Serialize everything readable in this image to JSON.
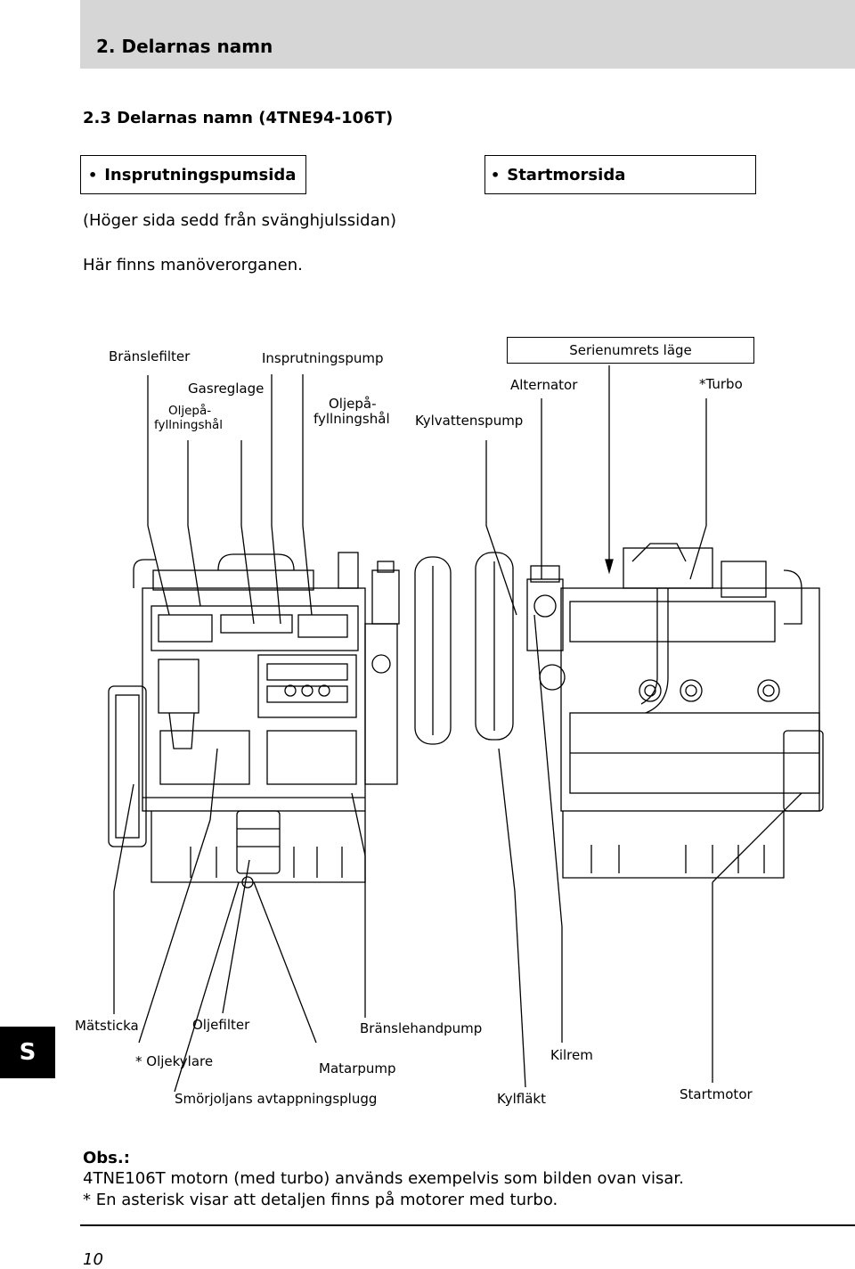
{
  "header": {
    "chapter_title": "2.  Delarnas namn"
  },
  "section": {
    "title": "2.3   Delarnas namn (4TNE94-106T)"
  },
  "sides": {
    "left": "Insprutningspumsida",
    "right": "Startmorsida",
    "bullet": "•"
  },
  "intro": {
    "line1": "(Höger sida sedd från svänghjulssidan)",
    "line2": "Här finns manöverorganen."
  },
  "labels_top": {
    "bransle_filter": "Bränslefilter",
    "insprutningspump": "Insprutningspump",
    "serienumrets_lage": "Serienumrets läge",
    "gasreglage": "Gasreglage",
    "oljepa_left_1": "Oljepå-",
    "oljepa_left_2": "fyllningshål",
    "oljepa_mid_1": "Oljepå-",
    "oljepa_mid_2": "fyllningshål",
    "alternator": "Alternator",
    "kylvattenspump": "Kylvattenspump",
    "turbo": "*Turbo"
  },
  "labels_bottom": {
    "matsticka": "Mätsticka",
    "oljefilter": "Oljefilter",
    "branslehandpump": "Bränslehandpump",
    "oljekylare": "* Oljekylare",
    "matarpump": "Matarpump",
    "kilrem": "Kilrem",
    "smorjoljans": "Smörjoljans avtappningsplugg",
    "kylflakt": "Kylfläkt",
    "startmotor": "Startmotor"
  },
  "tab": {
    "letter": "S"
  },
  "obs": {
    "title": "Obs.:",
    "line1": "4TNE106T motorn (med turbo) används exempelvis som bilden ovan visar.",
    "line2": "* En asterisk visar att detaljen finns på motorer med turbo."
  },
  "footer": {
    "page_number": "10"
  },
  "colors": {
    "header_band": "#d6d6d6",
    "ink": "#000000"
  }
}
